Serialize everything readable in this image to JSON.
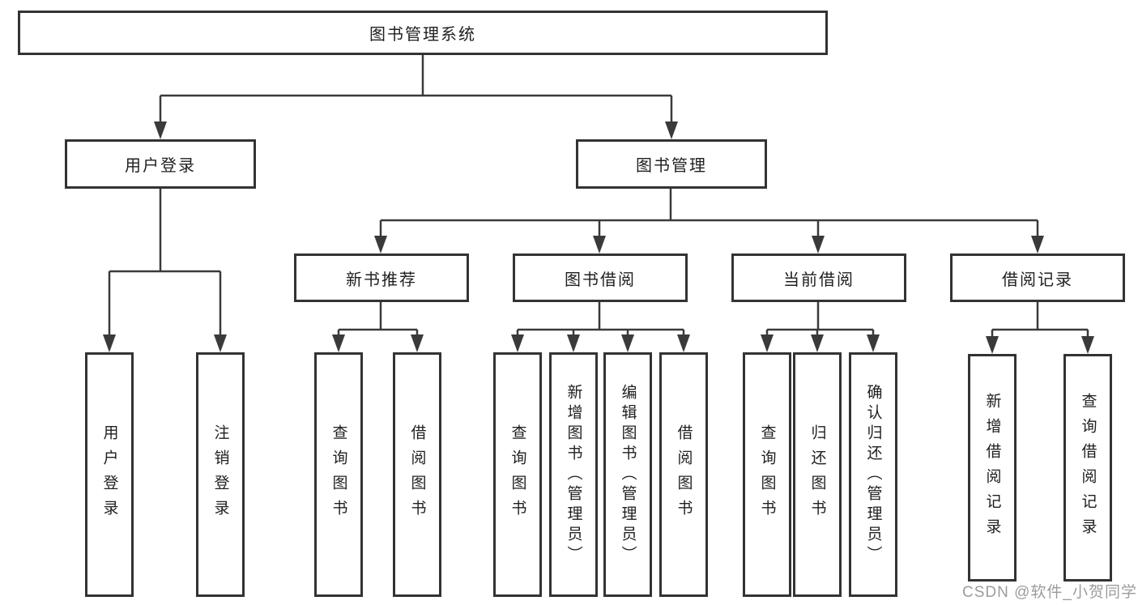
{
  "diagram": {
    "title": "图书管理系统",
    "colors": {
      "line": "#3a3a3a",
      "box_border": "#333333",
      "text": "#1f1f1f",
      "background": "#ffffff",
      "watermark_text": "#9c9c9c"
    },
    "nodes": {
      "root": {
        "label": "图书管理系统"
      },
      "login": {
        "label": "用户登录"
      },
      "mgmt": {
        "label": "图书管理"
      },
      "newbook": {
        "label": "新书推荐"
      },
      "borrow": {
        "label": "图书借阅"
      },
      "current": {
        "label": "当前借阅"
      },
      "records": {
        "label": "借阅记录"
      },
      "login_user": {
        "label": "用户登录"
      },
      "login_logout": {
        "label": "注销登录"
      },
      "nb_query": {
        "label": "查询图书"
      },
      "nb_borrow": {
        "label": "借阅图书"
      },
      "bb_query": {
        "label": "查询图书"
      },
      "bb_add": {
        "label": "新增图书（管理员）"
      },
      "bb_edit": {
        "label": "编辑图书（管理员）"
      },
      "bb_borrow": {
        "label": "借阅图书"
      },
      "cb_query": {
        "label": "查询图书"
      },
      "cb_return": {
        "label": "归还图书"
      },
      "cb_confirm": {
        "label": "确认归还（管理员）"
      },
      "rec_add": {
        "label": "新增借阅记录"
      },
      "rec_query": {
        "label": "查询借阅记录"
      }
    },
    "edges": [
      [
        "root",
        "login"
      ],
      [
        "root",
        "mgmt"
      ],
      [
        "login",
        "login_user"
      ],
      [
        "login",
        "login_logout"
      ],
      [
        "mgmt",
        "newbook"
      ],
      [
        "mgmt",
        "borrow"
      ],
      [
        "mgmt",
        "current"
      ],
      [
        "mgmt",
        "records"
      ],
      [
        "newbook",
        "nb_query"
      ],
      [
        "newbook",
        "nb_borrow"
      ],
      [
        "borrow",
        "bb_query"
      ],
      [
        "borrow",
        "bb_add"
      ],
      [
        "borrow",
        "bb_edit"
      ],
      [
        "borrow",
        "bb_borrow"
      ],
      [
        "current",
        "cb_query"
      ],
      [
        "current",
        "cb_return"
      ],
      [
        "current",
        "cb_confirm"
      ],
      [
        "records",
        "rec_add"
      ],
      [
        "records",
        "rec_query"
      ]
    ],
    "watermark": "CSDN @软件_小贺同学"
  }
}
